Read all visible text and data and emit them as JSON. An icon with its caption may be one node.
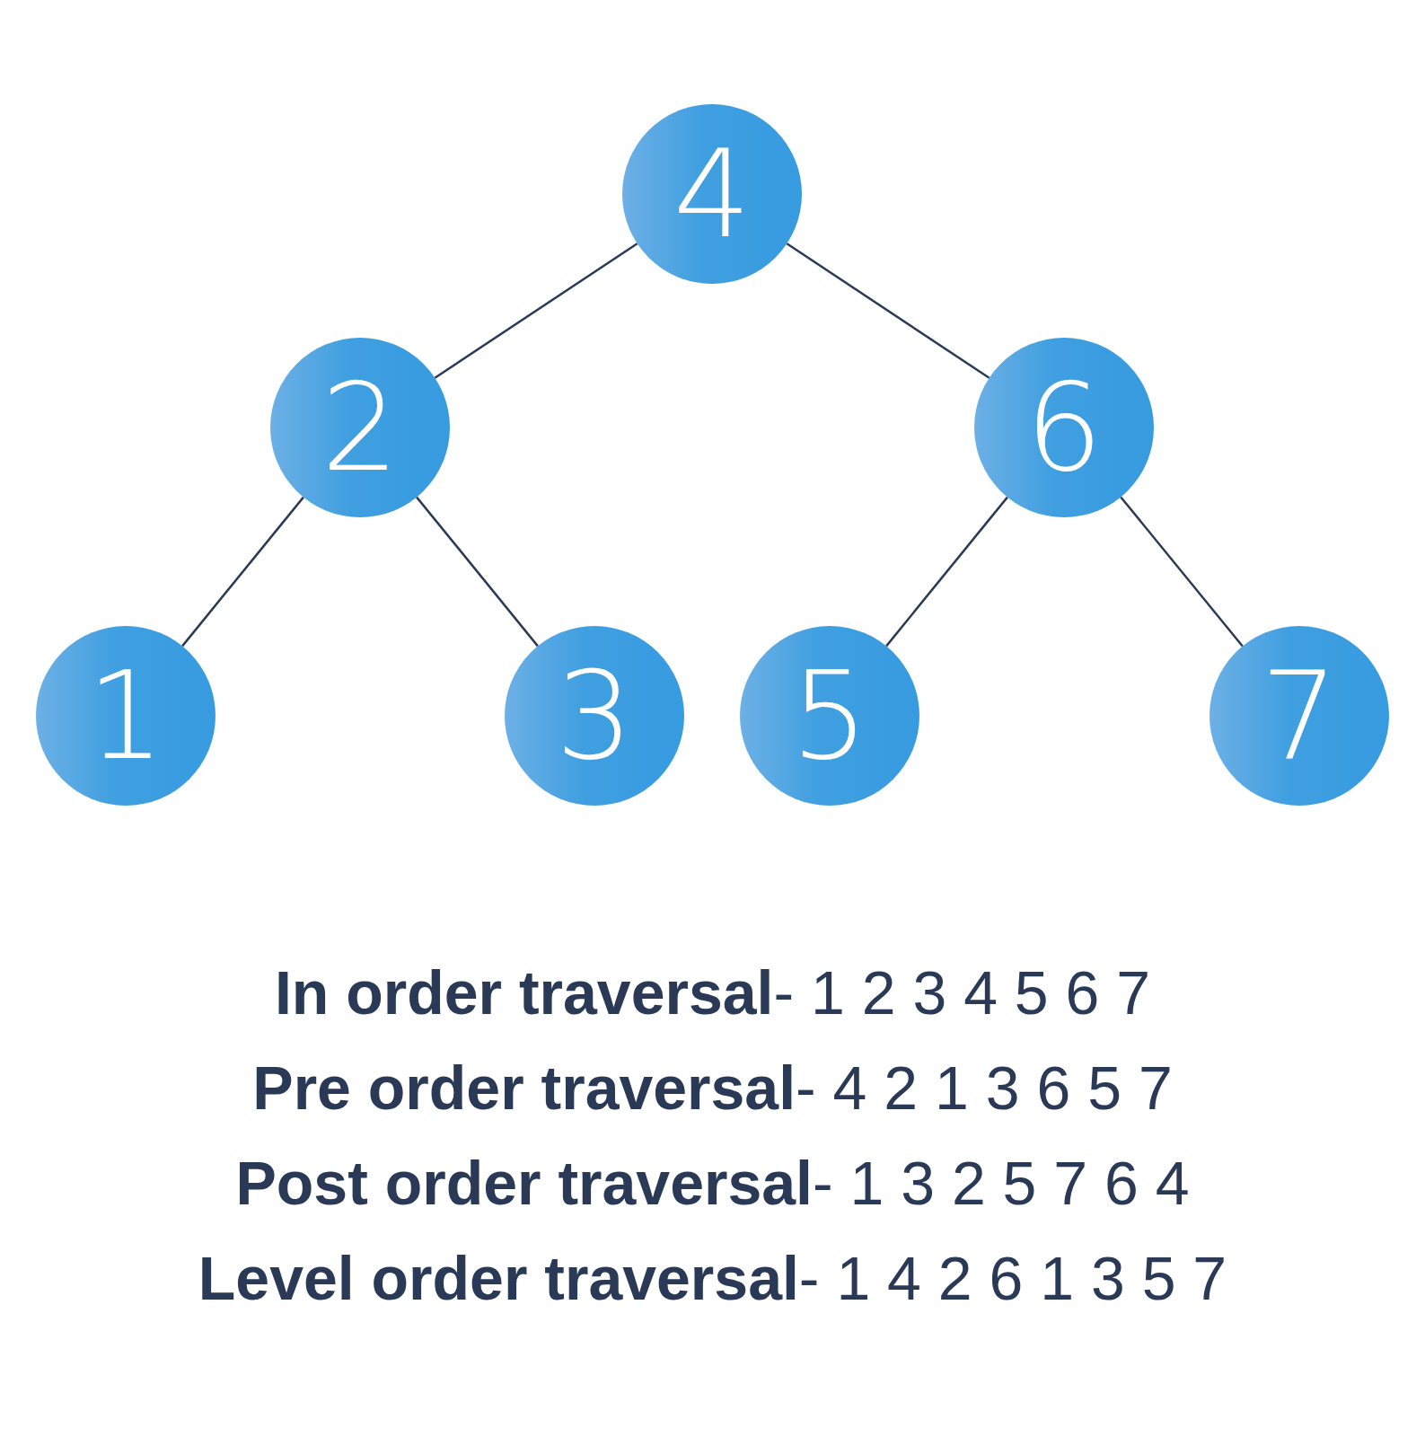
{
  "diagram": {
    "nodes": [
      {
        "text": [
          "4"
        ]
      },
      {
        "text": [
          "2"
        ]
      },
      {
        "text": [
          "6"
        ]
      },
      {
        "text": [
          "1"
        ]
      },
      {
        "text": [
          "3"
        ]
      },
      {
        "text": [
          "5"
        ]
      },
      {
        "text": [
          "7"
        ]
      }
    ],
    "edges": [
      {
        "from": 0,
        "to": 1,
        "arrow": "none"
      },
      {
        "from": 0,
        "to": 2,
        "arrow": "none"
      },
      {
        "from": 1,
        "to": 3,
        "arrow": "none"
      },
      {
        "from": 1,
        "to": 4,
        "arrow": "none"
      },
      {
        "from": 2,
        "to": 5,
        "arrow": "none"
      },
      {
        "from": 2,
        "to": 6,
        "arrow": "none"
      }
    ],
    "labels": [
      "**In order traversal**- 1 2 3 4 5 6 7",
      "**Pre order traversal**- 4 2 1 3 6 5 7",
      "**Post order traversal**- 1 3 2 5 7 6 4",
      "**Level order traversal**- 1 4 2 6 1 3 5 7"
    ]
  }
}
